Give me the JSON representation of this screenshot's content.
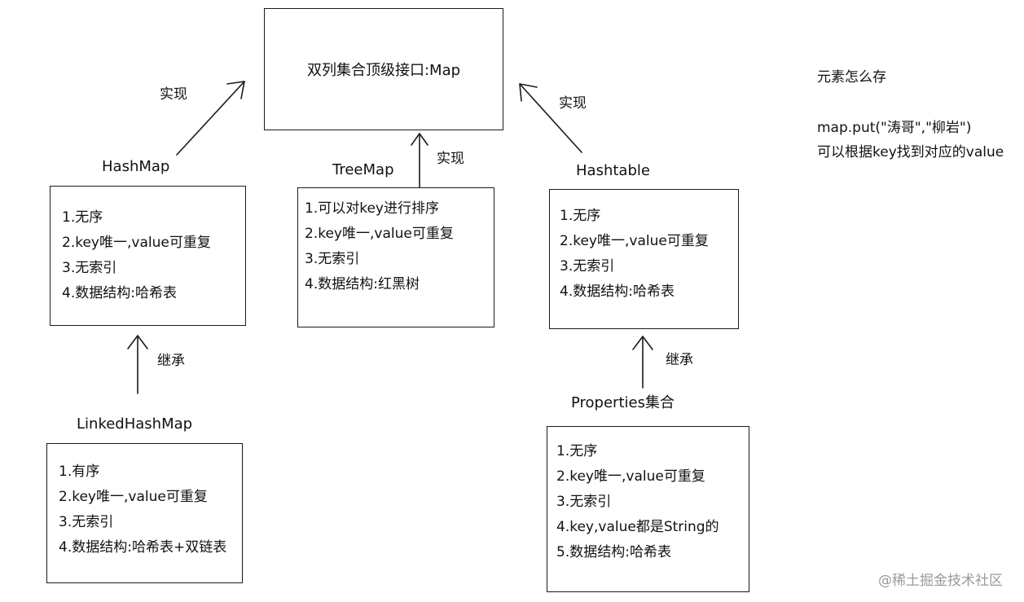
{
  "top": {
    "title": "双列集合顶级接口:Map"
  },
  "relations": {
    "implement": "实现",
    "inherit": "继承"
  },
  "hashmap": {
    "name": "HashMap",
    "items": [
      "1.无序",
      "2.key唯一,value可重复",
      "3.无索引",
      "4.数据结构:哈希表"
    ]
  },
  "treemap": {
    "name": "TreeMap",
    "items": [
      "1.可以对key进行排序",
      "2.key唯一,value可重复",
      "3.无索引",
      "4.数据结构:红黑树"
    ]
  },
  "hashtable": {
    "name": "Hashtable",
    "items": [
      "1.无序",
      "2.key唯一,value可重复",
      "3.无索引",
      "4.数据结构:哈希表"
    ]
  },
  "linkedhashmap": {
    "name": "LinkedHashMap",
    "items": [
      "1.有序",
      "2.key唯一,value可重复",
      "3.无索引",
      "4.数据结构:哈希表+双链表"
    ]
  },
  "properties": {
    "name": "Properties集合",
    "items": [
      "1.无序",
      "2.key唯一,value可重复",
      "3.无索引",
      "4.key,value都是String的",
      "5.数据结构:哈希表"
    ]
  },
  "notes": {
    "heading": "元素怎么存",
    "code": "map.put(\"涛哥\",\"柳岩\")",
    "desc": "可以根据key找到对应的value"
  },
  "watermark": "@稀土掘金技术社区"
}
